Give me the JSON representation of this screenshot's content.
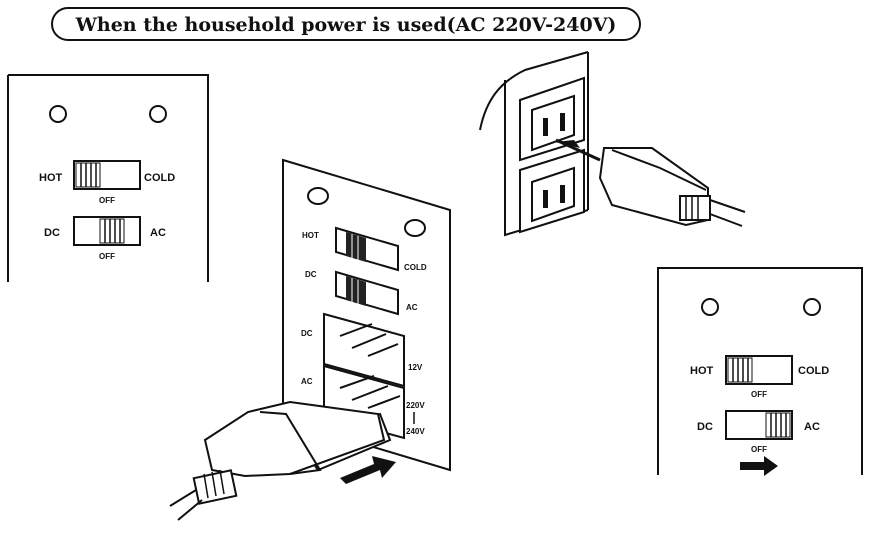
{
  "title": "When the household power is used(AC 220V-240V)",
  "left_panel": {
    "hot": "HOT",
    "cold": "COLD",
    "off1": "OFF",
    "dc": "DC",
    "ac": "AC",
    "off2": "OFF"
  },
  "center_panel": {
    "hot": "HOT",
    "cold": "COLD",
    "dc": "DC",
    "ac": "AC",
    "socket_dc": "DC",
    "socket_ac": "AC",
    "v12": "12V",
    "v220": "220V",
    "v240": "240V"
  },
  "right_panel": {
    "hot": "HOT",
    "cold": "COLD",
    "off1": "OFF",
    "dc": "DC",
    "ac": "AC",
    "off2": "OFF"
  }
}
